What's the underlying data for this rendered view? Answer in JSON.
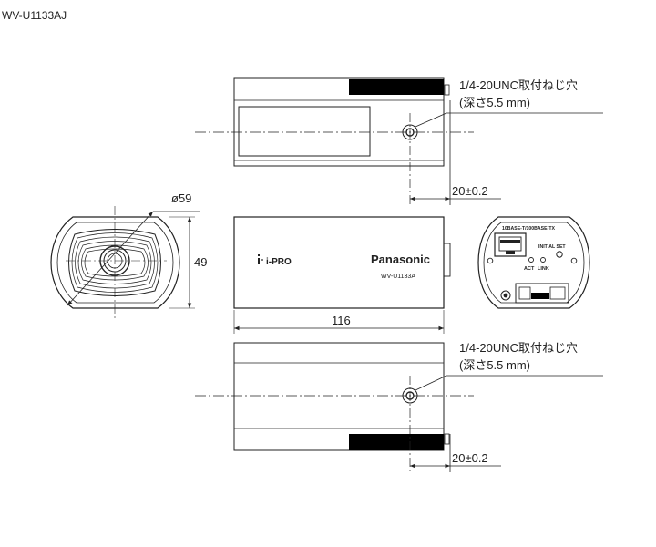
{
  "document_title": "WV-U1133AJ",
  "top_view": {
    "callout_line1": "1/4-20UNC取付ねじ穴",
    "callout_line2": "(深さ5.5 mm)",
    "offset_dimension": "20±0.2"
  },
  "front_view": {
    "diameter_label": "ø59",
    "height_dimension": "49"
  },
  "side_view": {
    "brand_logo": "i-PRO",
    "manufacturer_logo": "Panasonic",
    "model_marking": "WV-U1133A",
    "length_dimension": "116"
  },
  "rear_view": {
    "port_label": "10BASE-T/100BASE-TX",
    "initial_set_label": "INITIAL SET",
    "act_label": "ACT",
    "link_label": "LINK"
  },
  "bottom_view": {
    "callout_line1": "1/4-20UNC取付ねじ穴",
    "callout_line2": "(深さ5.5 mm)",
    "offset_dimension": "20±0.2"
  }
}
